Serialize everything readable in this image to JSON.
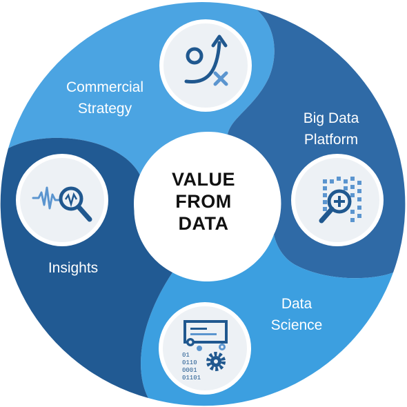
{
  "center": {
    "line1": "VALUE",
    "line2": "FROM",
    "line3": "DATA"
  },
  "segments": {
    "commercial_strategy": {
      "line1": "Commercial",
      "line2": "Strategy",
      "color": "#4ba4e2",
      "icon": "strategy-play-icon"
    },
    "big_data_platform": {
      "line1": "Big Data",
      "line2": "Platform",
      "color": "#2f6aa6",
      "icon": "data-grid-magnifier-icon"
    },
    "data_science": {
      "line1": "Data",
      "line2": "Science",
      "color": "#3c9fe0",
      "icon": "code-gears-icon"
    },
    "insights": {
      "label": "Insights",
      "color": "#215a93",
      "icon": "signal-magnifier-icon"
    }
  },
  "binary_lines": [
    "01",
    "0110",
    "0001",
    "01101"
  ],
  "colors": {
    "icon_circle": "#edf1f5",
    "icon_ring": "#ffffff",
    "icon_stroke": "#20588f",
    "icon_light": "#5b95cf"
  }
}
